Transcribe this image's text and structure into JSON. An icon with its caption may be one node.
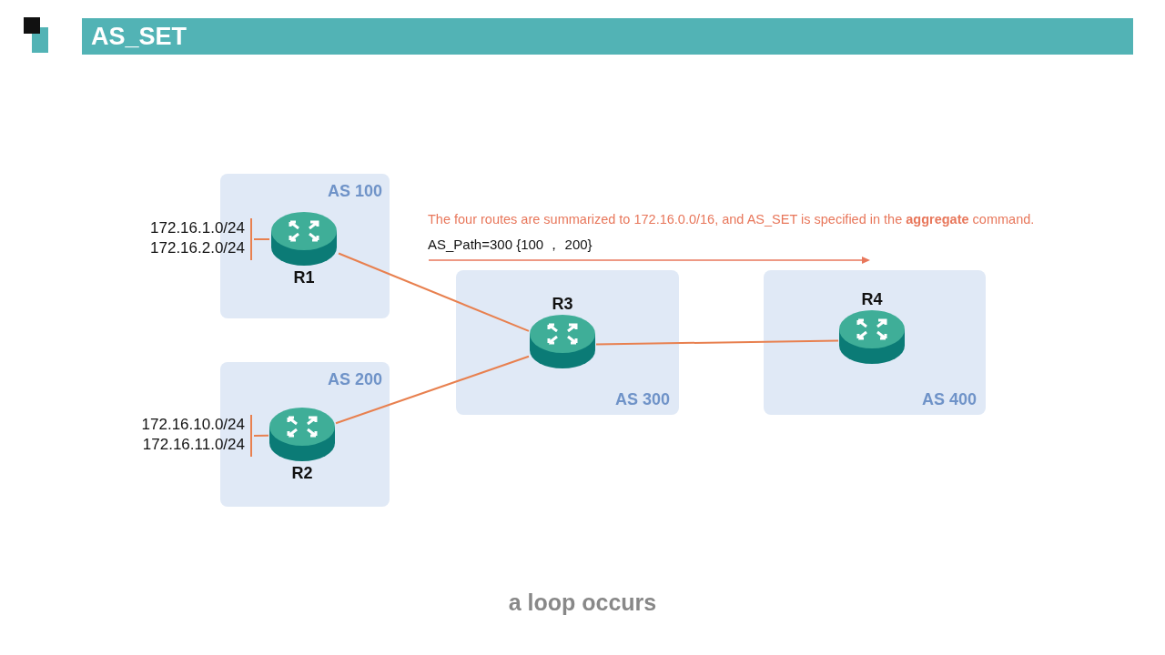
{
  "diagram": {
    "title": "AS_SET",
    "nodes": [
      {
        "text": [
          "AS 100"
        ]
      },
      {
        "text": [
          "172.16.1.0/24",
          "172.16.2.0/24"
        ]
      },
      {
        "text": [
          "R1"
        ],
        "in": 0
      },
      {
        "text": [
          "AS 300"
        ]
      },
      {
        "text": [
          "R3"
        ],
        "in": 3
      },
      {
        "text": [
          "AS 400"
        ]
      },
      {
        "text": [
          "R4"
        ],
        "in": 5
      },
      {
        "text": [
          "AS 200"
        ]
      },
      {
        "text": [
          "172.16.10.0/24",
          "172.16.11.0/24"
        ]
      },
      {
        "text": [
          "R2"
        ],
        "in": 7
      }
    ],
    "edges": [
      {
        "from": 1,
        "to": 2,
        "arrow": "none"
      },
      {
        "from": 8,
        "to": 9,
        "arrow": "none"
      },
      {
        "from": 2,
        "to": 4,
        "arrow": "none"
      },
      {
        "from": 9,
        "to": 4,
        "arrow": "none"
      },
      {
        "from": 4,
        "to": 6,
        "arrow": "none"
      }
    ],
    "labels": [
      "The four routes are summarized to 172.16.0.0/16, and AS_SET is specified in the **aggregate** command.",
      "AS_Path=300 {100 ， 200}"
    ],
    "caption": "a loop occurs"
  }
}
